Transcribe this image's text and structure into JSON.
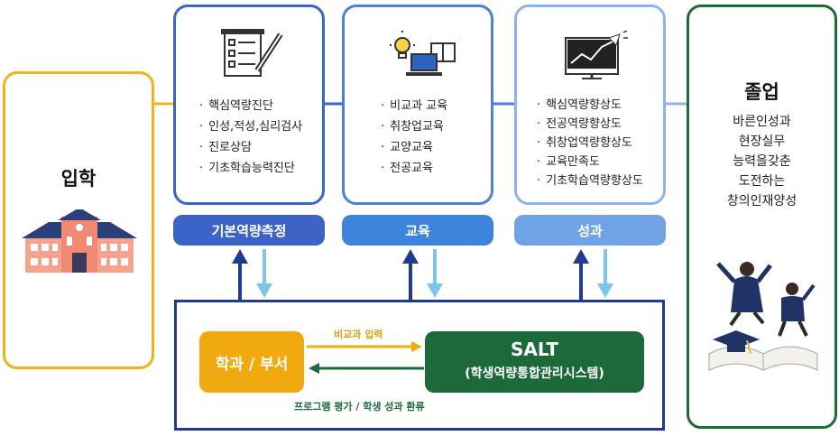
{
  "entry": {
    "title": "입학"
  },
  "graduation": {
    "title": "졸업",
    "lines": [
      "바른인성과",
      "현장실무",
      "능력을갖춘",
      "도전하는",
      "창의인재양성"
    ]
  },
  "stages": [
    {
      "items": [
        "핵심역량진단",
        "인성,적성,심리검사",
        "진로상담",
        "기초학습능력진단"
      ],
      "label": "기본역량측정"
    },
    {
      "items": [
        "비교과 교육",
        "취창업교육",
        "교양교육",
        "전공교육"
      ],
      "label": "교육"
    },
    {
      "items": [
        "핵심역량향상도",
        "전공역량향상도",
        "취창업역량향상도",
        "교육만족도",
        "기초학습역량향상도"
      ],
      "label": "성과"
    }
  ],
  "bottom": {
    "dept_label": "학과 / 부서",
    "salt_title": "SALT",
    "salt_subtitle": "(학생역량통합관리시스템)",
    "arrow_top_label": "비교과 입력",
    "arrow_bottom_label": "프로그램 평가 / 학생 성과 환류"
  },
  "colors": {
    "entry_border": "#f0b317",
    "graduation_border": "#1e6a38",
    "stage1": "#3c63c8",
    "stage2": "#3e83dc",
    "stage3": "#6fa3e6",
    "system_border": "#1f3a8f",
    "dept": "#f0a90f",
    "salt": "#1c6a3a",
    "up_arrow": "#1f3a8f",
    "down_arrow": "#7cc6e8"
  },
  "icons": [
    "school-building-icon",
    "checklist-icon",
    "lightbulb-laptop-icon",
    "growth-chart-monitor-icon",
    "graduates-icon"
  ]
}
